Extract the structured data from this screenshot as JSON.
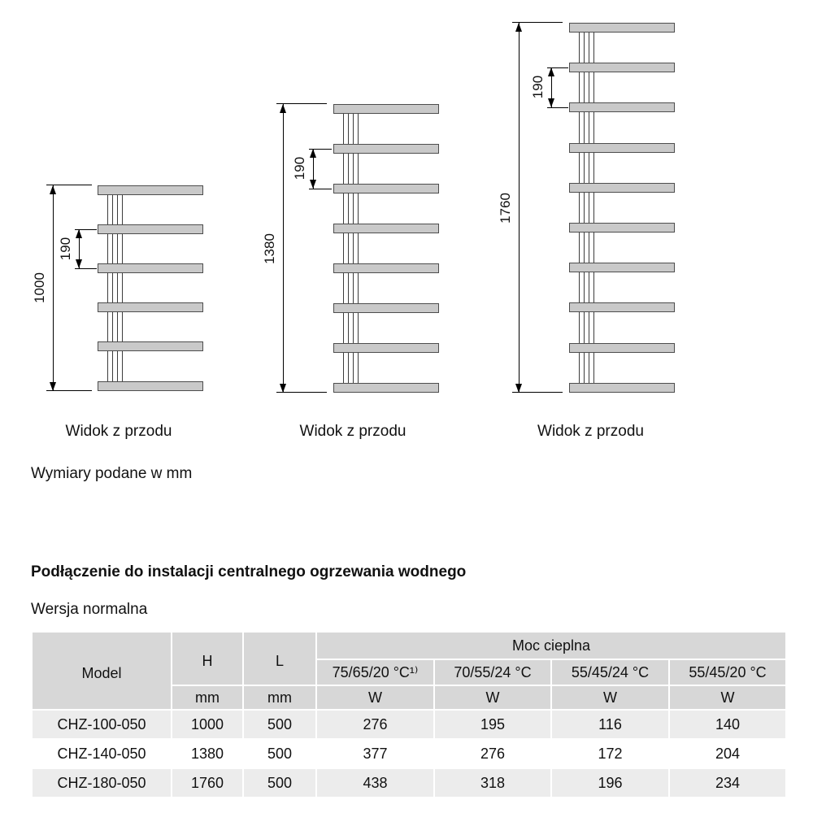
{
  "diagrams": {
    "caption": "Widok z przodu",
    "note": "Wymiary podane w mm",
    "radiators": [
      {
        "height_label": "1000",
        "spacing_label": "190"
      },
      {
        "height_label": "1380",
        "spacing_label": "190"
      },
      {
        "height_label": "1760",
        "spacing_label": "190"
      }
    ]
  },
  "section": {
    "heading": "Podłączenie do instalacji centralnego ogrzewania wodnego",
    "subheading": "Wersja normalna"
  },
  "table": {
    "col_model": "Model",
    "col_h": "H",
    "col_l": "L",
    "col_power": "Moc cieplna",
    "unit_mm": "mm",
    "unit_w": "W",
    "power_columns": [
      "75/65/20 °C¹⁾",
      "70/55/24 °C",
      "55/45/24 °C",
      "55/45/20 °C"
    ],
    "rows": [
      {
        "model": "CHZ-100-050",
        "h": "1000",
        "l": "500",
        "w1": "276",
        "w2": "195",
        "w3": "116",
        "w4": "140"
      },
      {
        "model": "CHZ-140-050",
        "h": "1380",
        "l": "500",
        "w1": "377",
        "w2": "276",
        "w3": "172",
        "w4": "204"
      },
      {
        "model": "CHZ-180-050",
        "h": "1760",
        "l": "500",
        "w1": "438",
        "w2": "318",
        "w3": "196",
        "w4": "234"
      }
    ]
  },
  "colors": {
    "header_bg": "#d7d7d7",
    "row_alt_bg": "#ececec",
    "bar_fill": "#c9c9c9"
  }
}
